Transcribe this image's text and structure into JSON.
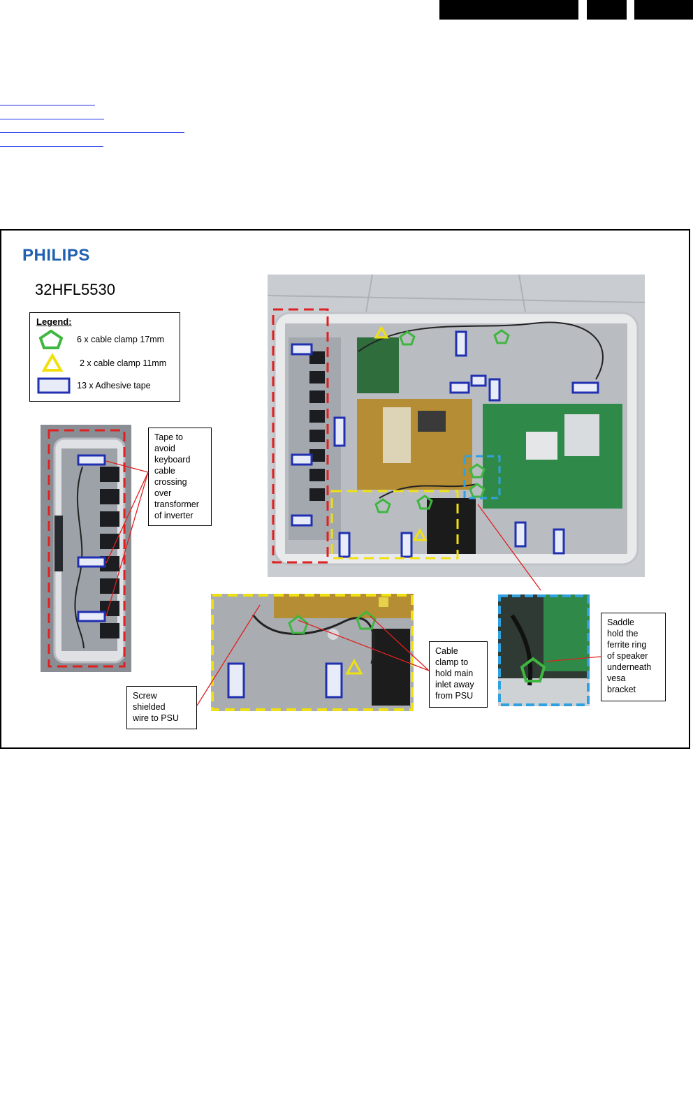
{
  "header": {
    "blocks": [
      "",
      "",
      ""
    ]
  },
  "diagram": {
    "logo": "PHILIPS",
    "model": "32HFL5530",
    "legend": {
      "title": "Legend:",
      "items": [
        {
          "icon": "green-pentagon-icon",
          "label": "6 x cable clamp 17mm",
          "color": "#3fb63f"
        },
        {
          "icon": "yellow-triangle-icon",
          "label": "2 x cable clamp 11mm",
          "color": "#f0e010"
        },
        {
          "icon": "blue-rectangle-icon",
          "label": "13 x Adhesive tape",
          "color": "#2030b0"
        }
      ]
    },
    "callouts": {
      "tape_keyboard": [
        "Tape to",
        "avoid",
        "keyboard",
        "cable",
        "crossing",
        "over",
        "transformer",
        "of inverter"
      ],
      "screw": [
        "Screw",
        "shielded",
        "wire to PSU"
      ],
      "cable_clamp": [
        "Cable",
        "clamp to",
        "hold main",
        "inlet away",
        "from PSU"
      ],
      "saddle": [
        "Saddle",
        "hold the",
        "ferrite ring",
        "of speaker",
        "underneath",
        "vesa",
        "bracket"
      ]
    },
    "colors": {
      "red_region": "#e02020",
      "yellow_region": "#f0e010",
      "cyan_region": "#30a0e0",
      "clamp": "#3fb63f",
      "tape": "#2030b0",
      "logo": "#2060b0"
    }
  }
}
